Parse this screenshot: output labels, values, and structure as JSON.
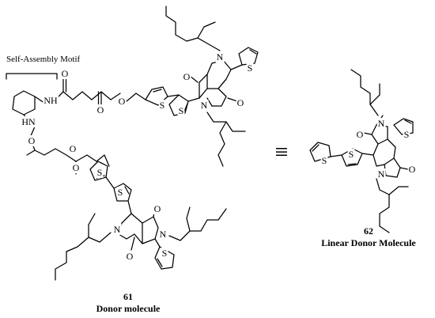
{
  "motif_label": "Self-Assembly Motif",
  "equivalence_symbol": "≡",
  "captions": {
    "left_number": "61",
    "left_title": "Donor molecule",
    "right_number": "62",
    "right_title": "Linear Donor Molecule"
  },
  "atoms": {
    "O": "O",
    "N": "N",
    "S": "S",
    "NH": "NH",
    "HN": "HN"
  }
}
